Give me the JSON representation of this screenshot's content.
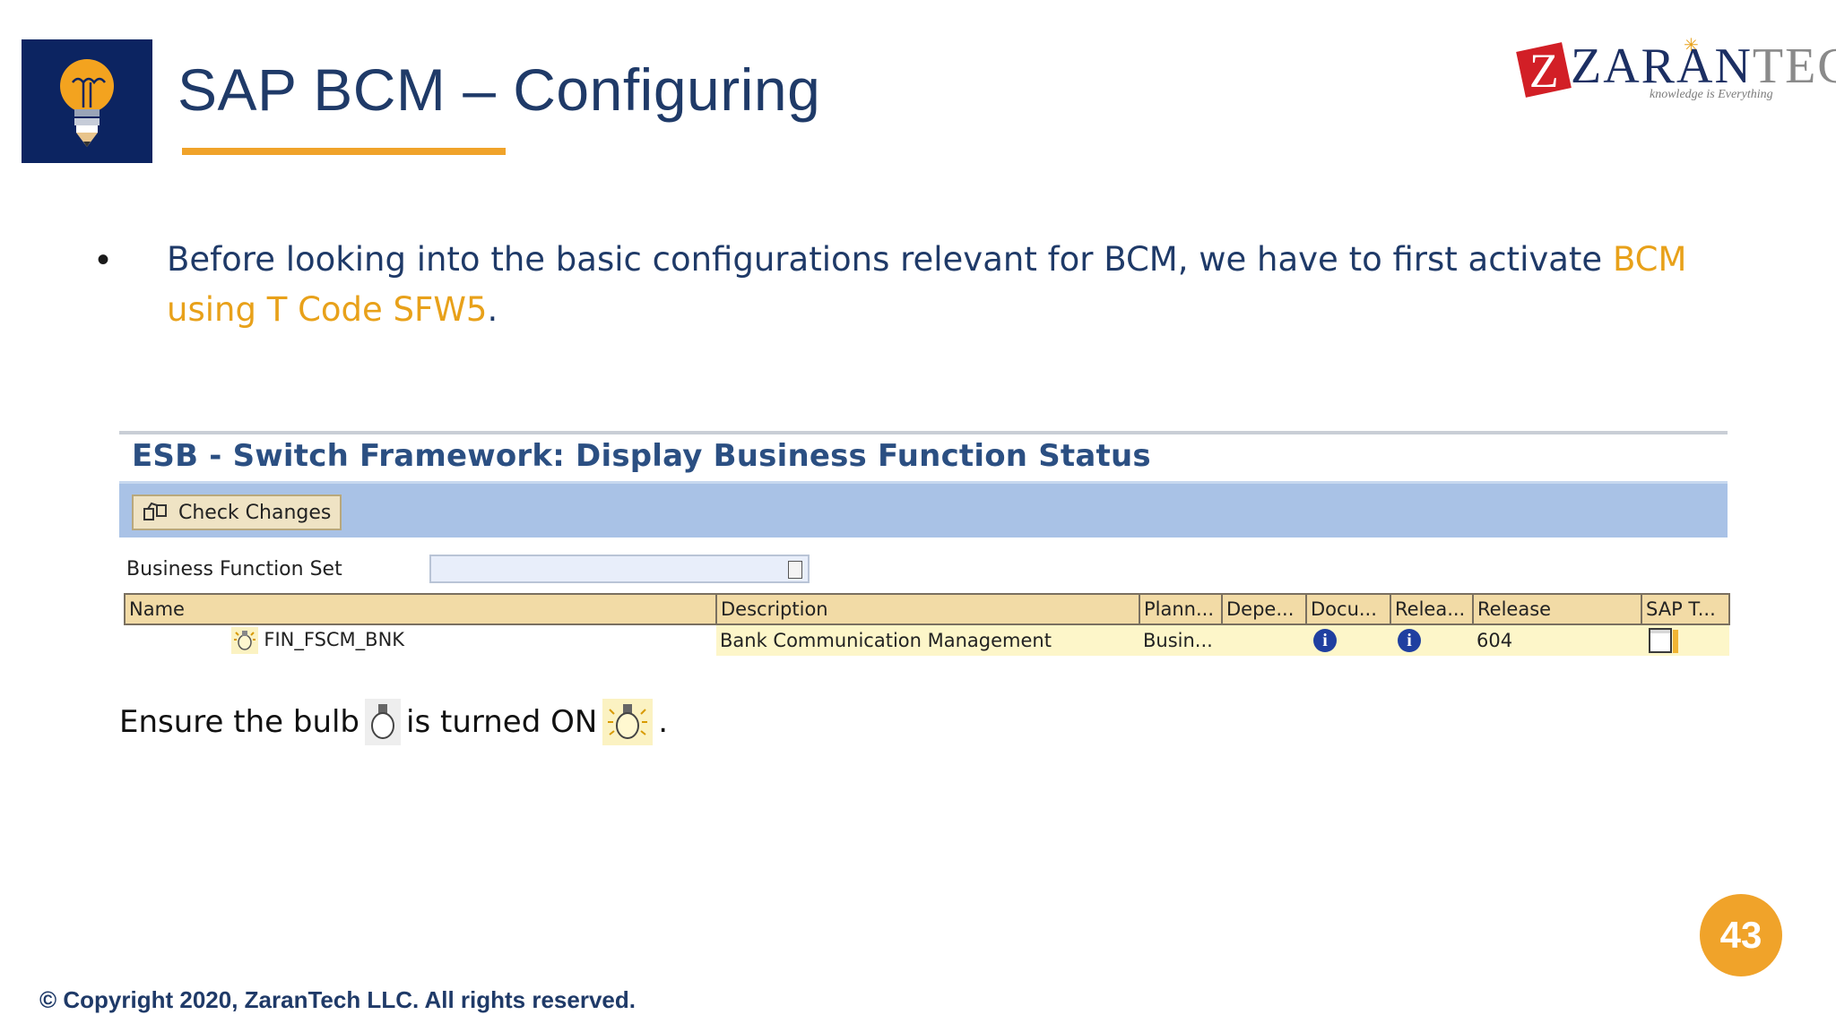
{
  "header": {
    "title": "SAP BCM – Configuring",
    "brand": {
      "name_part1": "ZARAN",
      "name_part2": "TECH",
      "z_letter": "Z",
      "tagline": "knowledge is Everything"
    }
  },
  "bullet": {
    "text_before": "Before looking into the basic configurations relevant for BCM, we have to first activate ",
    "highlight": "BCM using T Code SFW5",
    "text_after": ".",
    "highlight_color": "#e8a11a"
  },
  "sap_window": {
    "title": "ESB - Switch Framework: Display Business Function Status",
    "toolbar": {
      "check_changes_label": "Check Changes"
    },
    "business_function_set_label": "Business Function Set",
    "business_function_set_value": "",
    "columns": [
      "Name",
      "Description",
      "Plann...",
      "Depe...",
      "Docu...",
      "Relea...",
      "Release",
      "SAP T..."
    ],
    "rows": [
      {
        "name": "FIN_FSCM_BNK",
        "description": "Bank Communication Management",
        "planned": "Busin...",
        "dependencies": "",
        "documentation_icon": "info-icon",
        "release_note_icon": "info-icon",
        "release": "604",
        "sap_t_icon": "document-icon"
      }
    ]
  },
  "ensure_note": {
    "part1": "Ensure the bulb",
    "part2": "is turned ON",
    "part3": "."
  },
  "footer": {
    "copyright": "© Copyright 2020, ZaranTech LLC. All rights reserved.",
    "page_number": "43"
  },
  "colors": {
    "navy": "#0c2461",
    "title_blue": "#1f3a68",
    "accent_orange": "#f0a32a",
    "sap_toolbar_blue": "#a9c2e6",
    "sap_header_tan": "#f2dba6",
    "sap_row_yellow": "#fdf6c9"
  }
}
